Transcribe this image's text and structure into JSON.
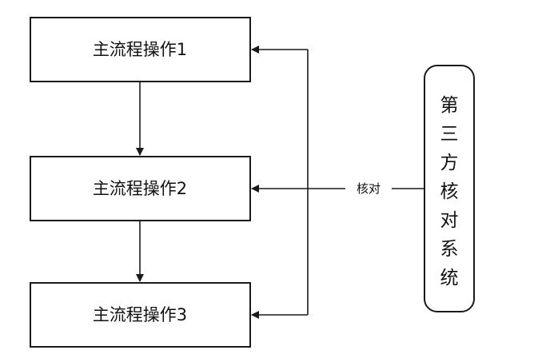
{
  "nodes": {
    "op1": {
      "label": "主流程操作1"
    },
    "op2": {
      "label": "主流程操作2"
    },
    "op3": {
      "label": "主流程操作3"
    },
    "system": {
      "label": "第三方核对系统"
    }
  },
  "edges": {
    "check": {
      "label": "核对"
    }
  },
  "colors": {
    "stroke": "#1a1a1a",
    "text": "#111111",
    "background": "#ffffff"
  }
}
